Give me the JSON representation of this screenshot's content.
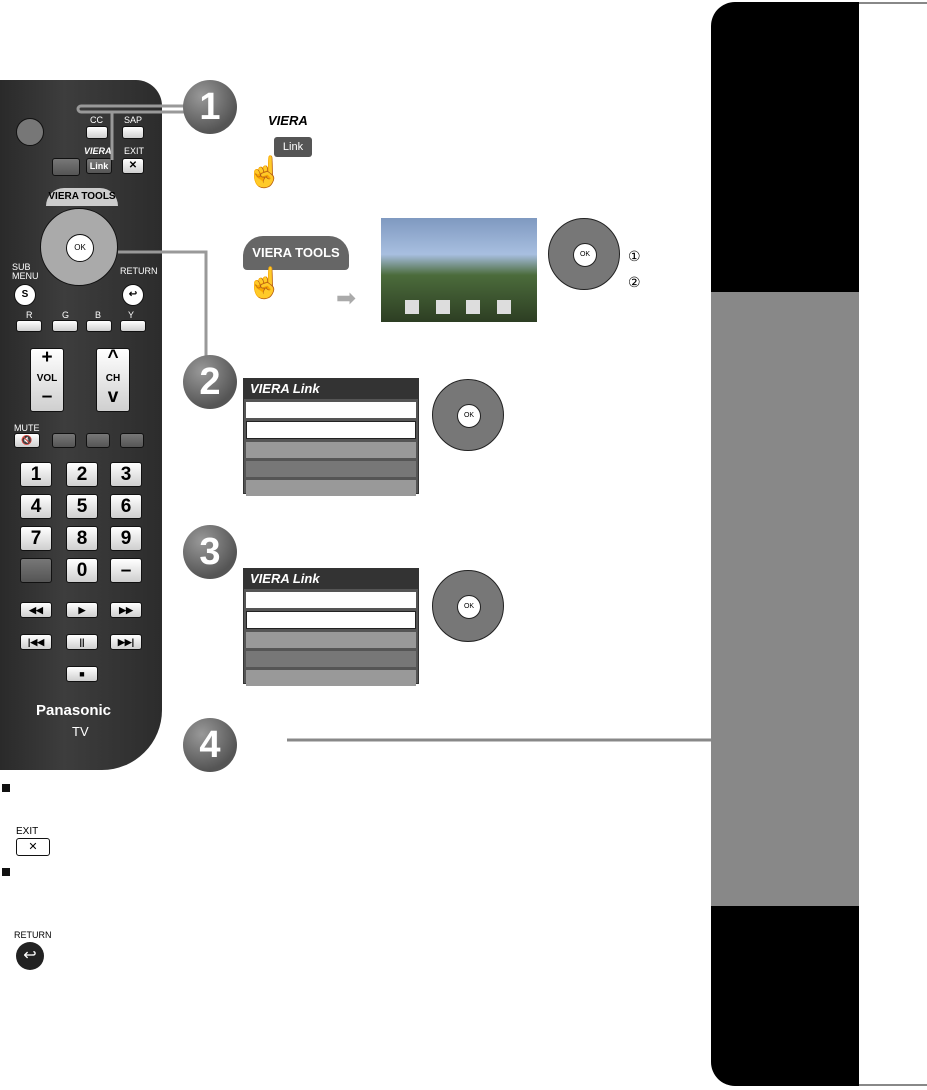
{
  "remote": {
    "cc": "CC",
    "sap": "SAP",
    "viera_link_logo": "VIERA",
    "link": "Link",
    "exit": "EXIT",
    "viera_tools": "VIERA TOOLS",
    "ok": "OK",
    "sub": "SUB",
    "menu": "MENU",
    "return": "RETURN",
    "colors": [
      "R",
      "G",
      "B",
      "Y"
    ],
    "vol": "VOL",
    "ch": "CH",
    "mute": "MUTE",
    "digits": [
      "1",
      "2",
      "3",
      "4",
      "5",
      "6",
      "7",
      "8",
      "9",
      "0",
      "–"
    ],
    "brand": "Panasonic",
    "tv": "TV"
  },
  "steps": [
    "1",
    "2",
    "3",
    "4"
  ],
  "menu_title": "Link",
  "callouts": [
    "①",
    "②"
  ],
  "legend": {
    "exit_label": "EXIT",
    "return_label": "RETURN"
  },
  "colors": {
    "remote": "#333333",
    "sidebar_dark": "#000000",
    "sidebar_mid": "#888888"
  }
}
